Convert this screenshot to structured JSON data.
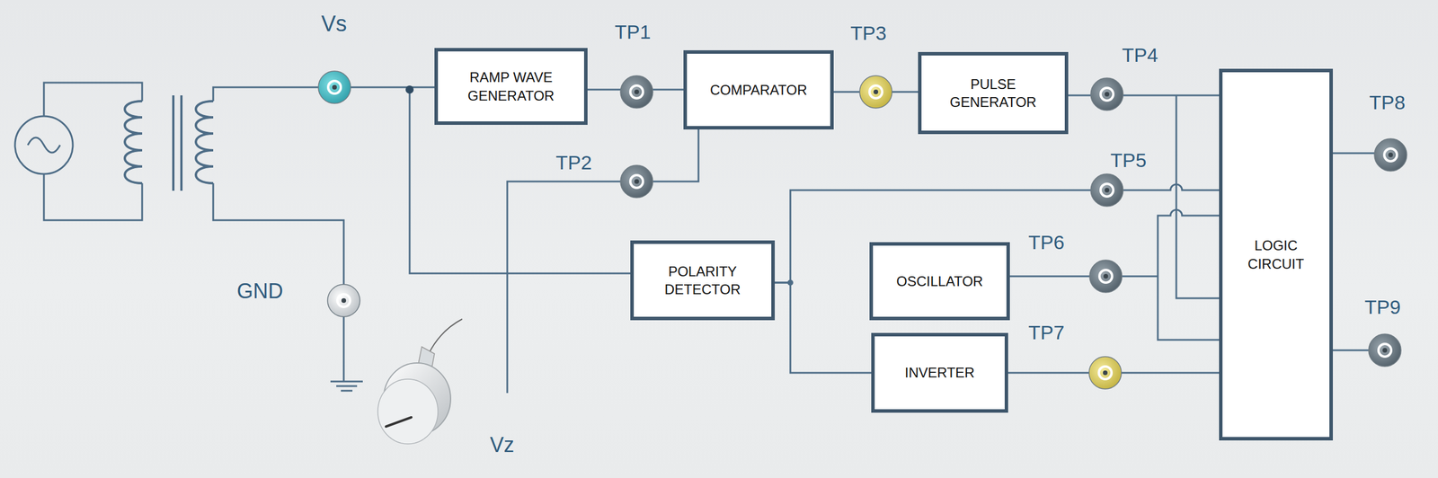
{
  "diagram": {
    "nodes": [
      {
        "text": [
          "RAMP WAVE GENERATOR"
        ]
      },
      {
        "text": [
          "COMPARATOR"
        ]
      },
      {
        "text": [
          "PULSE GENERATOR"
        ]
      },
      {
        "text": [
          "POLARITY DETECTOR"
        ]
      },
      {
        "text": [
          "OSCILLATOR"
        ]
      },
      {
        "text": [
          "INVERTER"
        ]
      },
      {
        "text": [
          "LOGIC CIRCUIT"
        ]
      }
    ],
    "edges": [
      {
        "from": 0,
        "to": 1,
        "arrow": "none"
      },
      {
        "from": 1,
        "to": 2,
        "arrow": "none"
      },
      {
        "from": 2,
        "to": 6,
        "arrow": "none"
      },
      {
        "from": 3,
        "to": 6,
        "arrow": "none"
      },
      {
        "from": 4,
        "to": 6,
        "arrow": "none"
      },
      {
        "from": 3,
        "to": 5,
        "arrow": "none"
      },
      {
        "from": 5,
        "to": 6,
        "arrow": "none"
      }
    ],
    "labels": [
      "Vs",
      "TP1",
      "TP3",
      "TP4",
      "TP8",
      "TP2",
      "TP5",
      "TP6",
      "TP7",
      "TP9",
      "GND",
      "Vz"
    ]
  }
}
